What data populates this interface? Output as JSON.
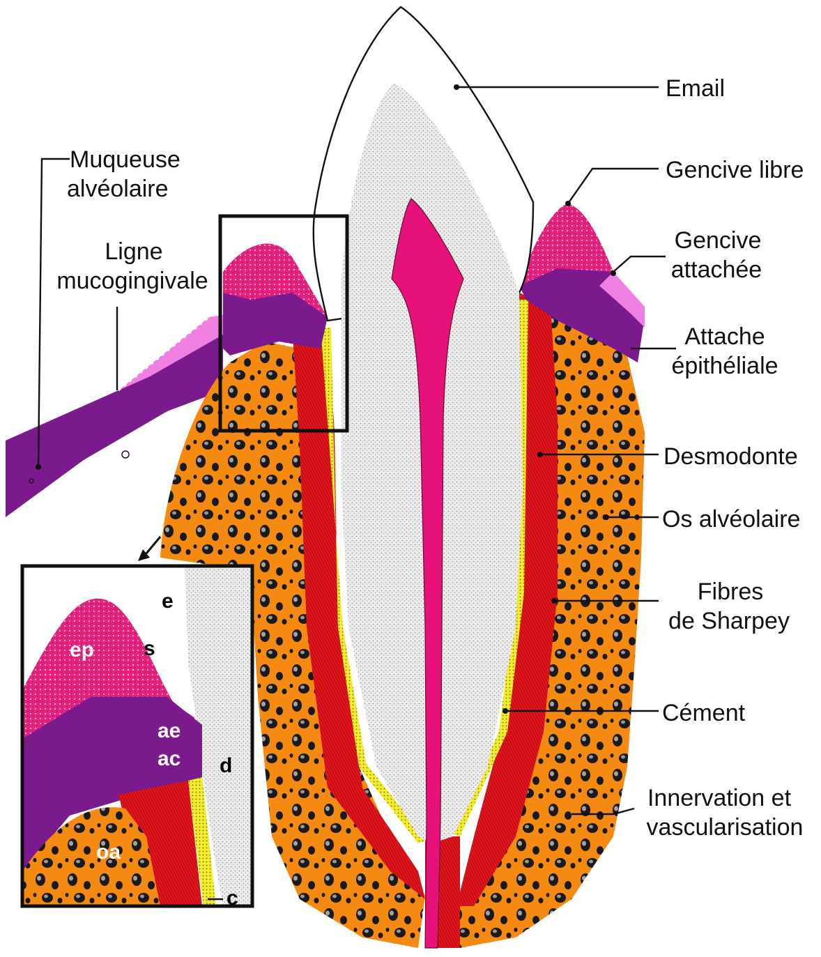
{
  "labels": {
    "email": "Email",
    "muqueuse_1": "Muqueuse",
    "muqueuse_2": "alvéolaire",
    "gencive_libre": "Gencive libre",
    "ligne_1": "Ligne",
    "ligne_2": "mucogingivale",
    "gencive_att_1": "Gencive",
    "gencive_att_2": "attachée",
    "attache_1": "Attache",
    "attache_2": "épithéliale",
    "desmodonte": "Desmodonte",
    "os_alveolaire": "Os alvéolaire",
    "fibres_1": "Fibres",
    "fibres_2": "de Sharpey",
    "cement": "Cément",
    "innervation_1": "Innervation et",
    "innervation_2": "vascularisation"
  },
  "inset_labels": {
    "e": "e",
    "s": "s",
    "ep": "ep",
    "ae": "ae",
    "ac": "ac",
    "d": "d",
    "oa": "oa",
    "c": "c"
  },
  "colors": {
    "enamel": "#ffffff",
    "dentin": "#e4e4e4",
    "pulp": "#e6127a",
    "gingiva_pink": "#e8217f",
    "light_pink": "#ef7fe0",
    "mucosa_purple": "#7a1a8c",
    "ligament_red": "#e8141c",
    "bone_orange": "#f58a12",
    "cementum_yellow": "#f2ec2a"
  }
}
